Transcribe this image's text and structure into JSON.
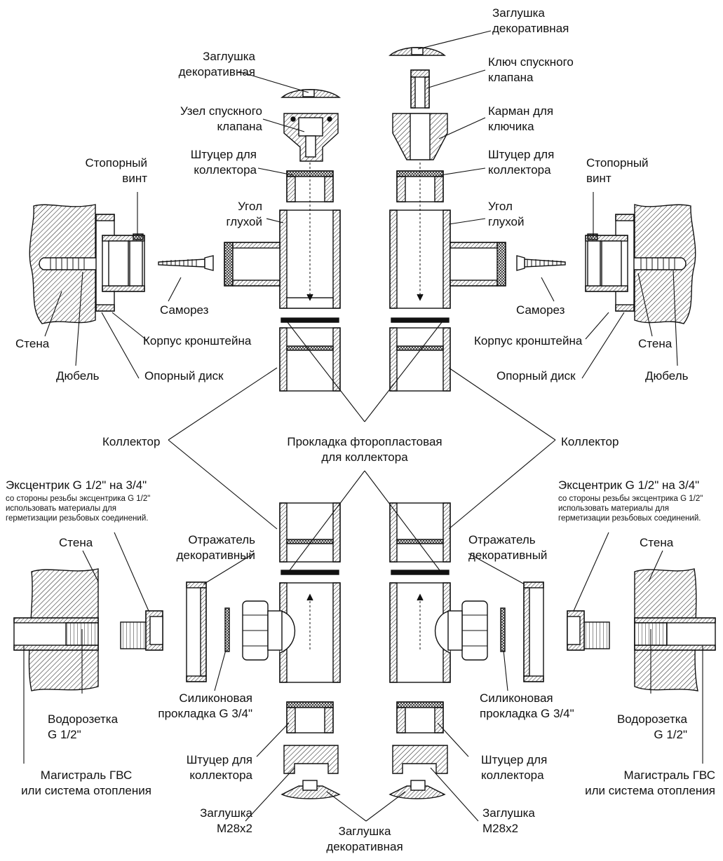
{
  "labels": {
    "plug_deco_top_left": [
      "Заглушка",
      "декоративная"
    ],
    "plug_deco_top_right": [
      "Заглушка",
      "декоративная"
    ],
    "drain_valve_assembly": [
      "Узел спускного",
      "клапана"
    ],
    "drain_valve_key": [
      "Ключ спускного",
      "клапана"
    ],
    "key_pocket": [
      "Карман для",
      "ключика"
    ],
    "fitting_top_left": [
      "Штуцер для",
      "коллектора"
    ],
    "fitting_top_right": [
      "Штуцер для",
      "коллектора"
    ],
    "set_screw_left": [
      "Стопорный",
      "винт"
    ],
    "set_screw_right": [
      "Стопорный",
      "винт"
    ],
    "blind_elbow_left": [
      "Угол",
      "глухой"
    ],
    "blind_elbow_right": [
      "Угол",
      "глухой"
    ],
    "screw_left": [
      "Саморез"
    ],
    "screw_right": [
      "Саморез"
    ],
    "bracket_body_left": [
      "Корпус кронштейна"
    ],
    "bracket_body_right": [
      "Корпус кронштейна"
    ],
    "wall_top_left": [
      "Стена"
    ],
    "wall_top_right": [
      "Стена"
    ],
    "dowel_left": [
      "Дюбель"
    ],
    "dowel_right": [
      "Дюбель"
    ],
    "support_disc_left": [
      "Опорный диск"
    ],
    "support_disc_right": [
      "Опорный диск"
    ],
    "collector_left": [
      "Коллектор"
    ],
    "collector_right": [
      "Коллектор"
    ],
    "ptfe_gasket": [
      "Прокладка фторопластовая",
      "для коллектора"
    ],
    "eccentric_left": [
      "Эксцентрик G 1/2\" на 3/4\""
    ],
    "eccentric_right": [
      "Эксцентрик G 1/2\" на 3/4\""
    ],
    "eccentric_note_left": [
      "со стороны резьбы эксцентрика G 1/2\"",
      "использовать материалы для",
      "герметизации резьбовых соединений."
    ],
    "eccentric_note_right": [
      "со стороны резьбы эксцентрика G 1/2\"",
      "использовать материалы для",
      "герметизации резьбовых соединений."
    ],
    "wall_bottom_left": [
      "Стена"
    ],
    "wall_bottom_right": [
      "Стена"
    ],
    "reflector_left": [
      "Отражатель",
      "декоративный"
    ],
    "reflector_right": [
      "Отражатель",
      "декоративный"
    ],
    "silicone_gasket_left": [
      "Силиконовая",
      "прокладка G 3/4\""
    ],
    "silicone_gasket_right": [
      "Силиконовая",
      "прокладка G 3/4\""
    ],
    "water_socket_left": [
      "Водорозетка",
      "G 1/2\""
    ],
    "water_socket_right": [
      "Водорозетка",
      "G 1/2\""
    ],
    "fitting_bottom_left": [
      "Штуцер для",
      "коллектора"
    ],
    "fitting_bottom_right": [
      "Штуцер для",
      "коллектора"
    ],
    "main_line_left": [
      "Магистраль ГВС",
      "или система отопления"
    ],
    "main_line_right": [
      "Магистраль ГВС",
      "или система отопления"
    ],
    "plug_m28_left": [
      "Заглушка",
      "М28х2"
    ],
    "plug_m28_right": [
      "Заглушка",
      "М28х2"
    ],
    "plug_deco_bottom": [
      "Заглушка",
      "декоративная"
    ]
  },
  "colors": {
    "line": "#111111",
    "hatch": "#222222",
    "background": "#ffffff"
  }
}
